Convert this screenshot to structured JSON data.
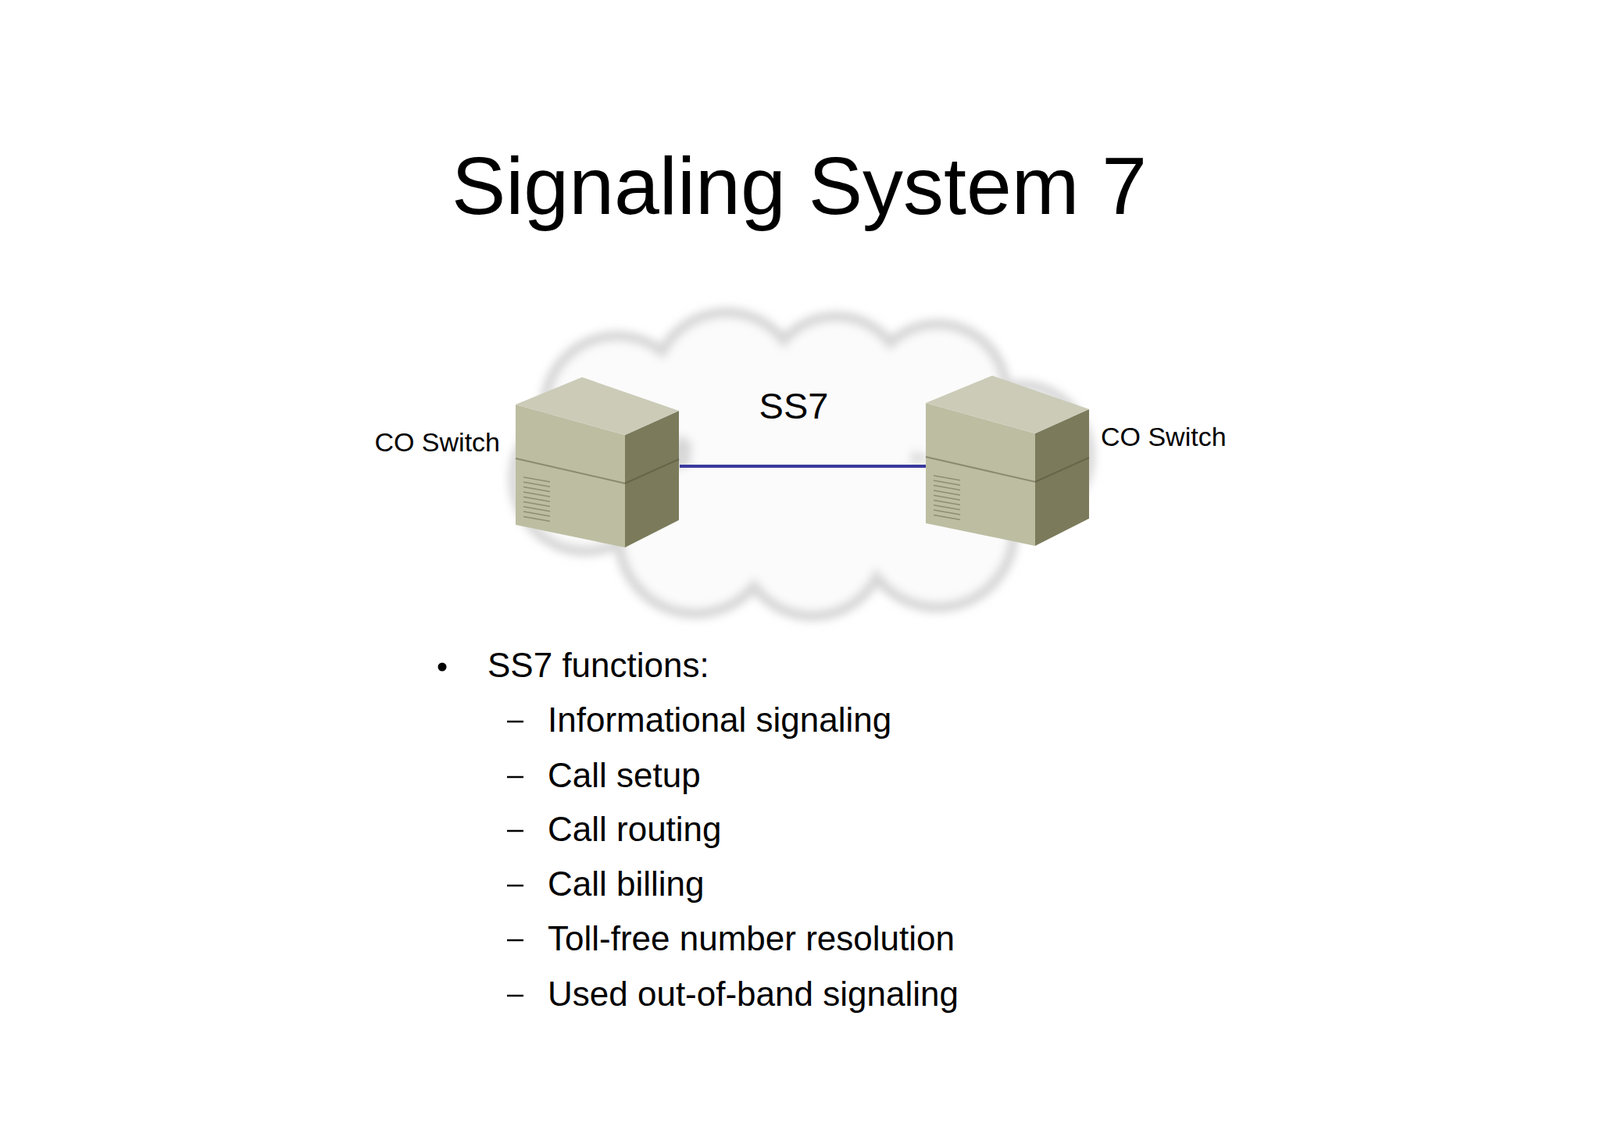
{
  "diagram": {
    "title": "Signaling System 7",
    "nodes": [
      {
        "text": [
          "SS7"
        ]
      },
      {
        "text": [
          "CO Switch"
        ],
        "in": 0
      },
      {
        "text": [
          "CO Switch"
        ],
        "in": 0
      }
    ],
    "edges": [
      {
        "from": 1,
        "to": 2,
        "arrow": "none"
      }
    ],
    "labels": [
      "SS7 functions:",
      "Informational signaling",
      "Call setup",
      "Call routing",
      "Call billing",
      "Toll-free number resolution",
      "Used out-of-band signaling"
    ]
  }
}
